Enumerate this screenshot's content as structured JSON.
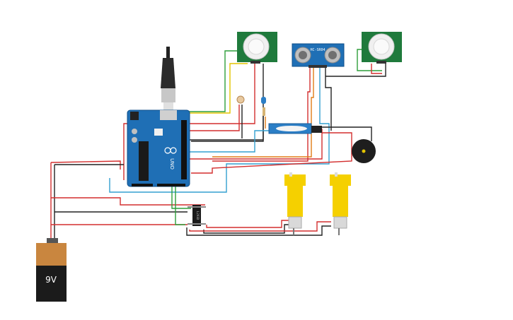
{
  "battery": {
    "label": "9V"
  },
  "ultrasonic": {
    "label": "HC-SR04"
  },
  "arduino": {
    "logo_text": "UNO",
    "brand_icon": "infinity-logo-icon"
  },
  "motor_driver": {
    "label": "L293D"
  },
  "colors": {
    "board": "#1f6fb5",
    "board_dark": "#0f4f8a",
    "pcb_green": "#1f7a3c",
    "motor_yellow": "#f5d000",
    "battery_copper": "#c9863f",
    "battery_black": "#1b1b1b",
    "wire_red": "#d32f2f",
    "wire_black": "#222222",
    "wire_green": "#2e9e3a",
    "wire_yellow": "#e3c400",
    "wire_orange": "#e27c16",
    "wire_cyan": "#33a0d0"
  }
}
